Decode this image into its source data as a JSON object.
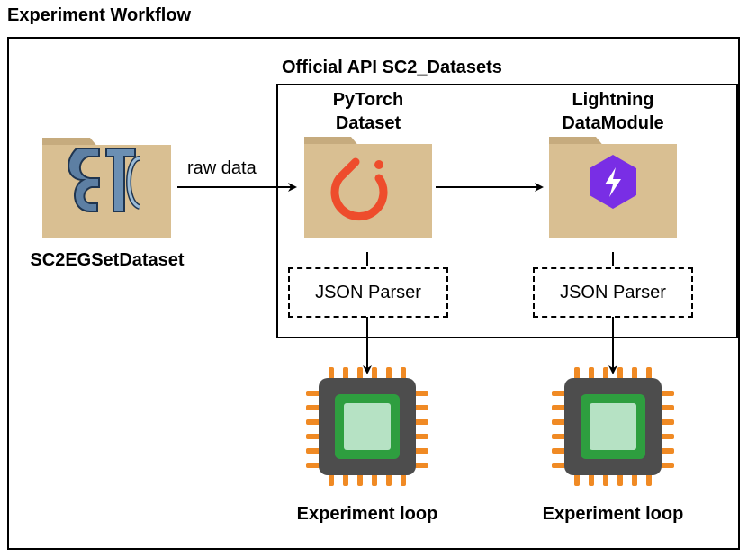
{
  "title": "Experiment Workflow",
  "api_box": {
    "title": "Official API SC2_Datasets"
  },
  "source": {
    "label": "SC2EGSetDataset",
    "icon": "starcraft-folder-icon"
  },
  "edge_raw": {
    "label": "raw data"
  },
  "pytorch": {
    "label_line1": "PyTorch",
    "label_line2": "Dataset",
    "icon": "pytorch-folder-icon",
    "accent": "#ee4c2c"
  },
  "lightning": {
    "label_line1": "Lightning",
    "label_line2": "DataModule",
    "icon": "lightning-folder-icon",
    "accent": "#792ee5"
  },
  "parser_left": {
    "label": "JSON Parser"
  },
  "parser_right": {
    "label": "JSON Parser"
  },
  "loop_left": {
    "label": "Experiment loop",
    "icon": "chip-icon"
  },
  "loop_right": {
    "label": "Experiment loop",
    "icon": "chip-icon"
  },
  "colors": {
    "folder": "#d9bf92",
    "folder_tab": "#c6ab7e",
    "chip_body": "#4d4d4d",
    "chip_pins": "#f08a24",
    "chip_core": "#2e9e3f",
    "chip_core_light": "#b6e2c4"
  }
}
